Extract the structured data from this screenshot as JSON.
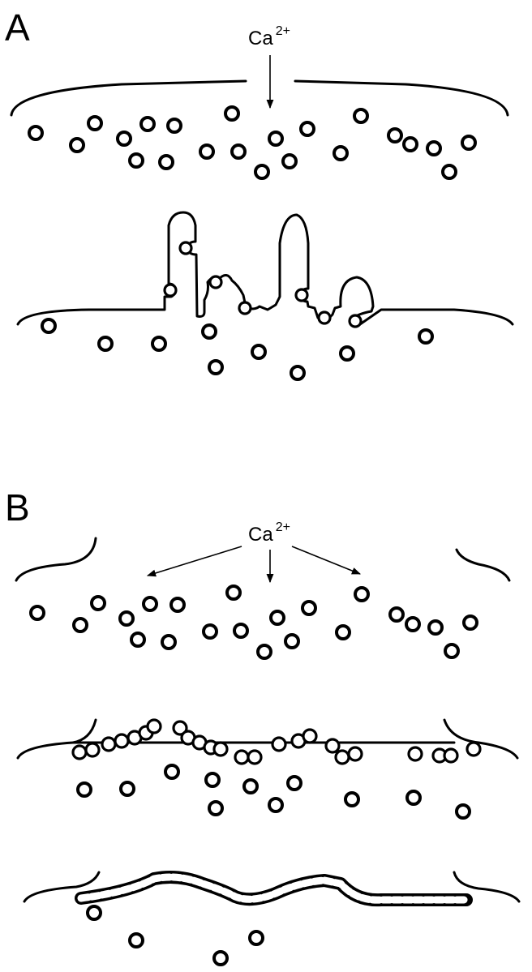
{
  "panels": [
    {
      "label": "A",
      "ion": "Ca",
      "charge": "2+"
    },
    {
      "label": "B",
      "ion": "Ca",
      "charge": "2+"
    }
  ]
}
